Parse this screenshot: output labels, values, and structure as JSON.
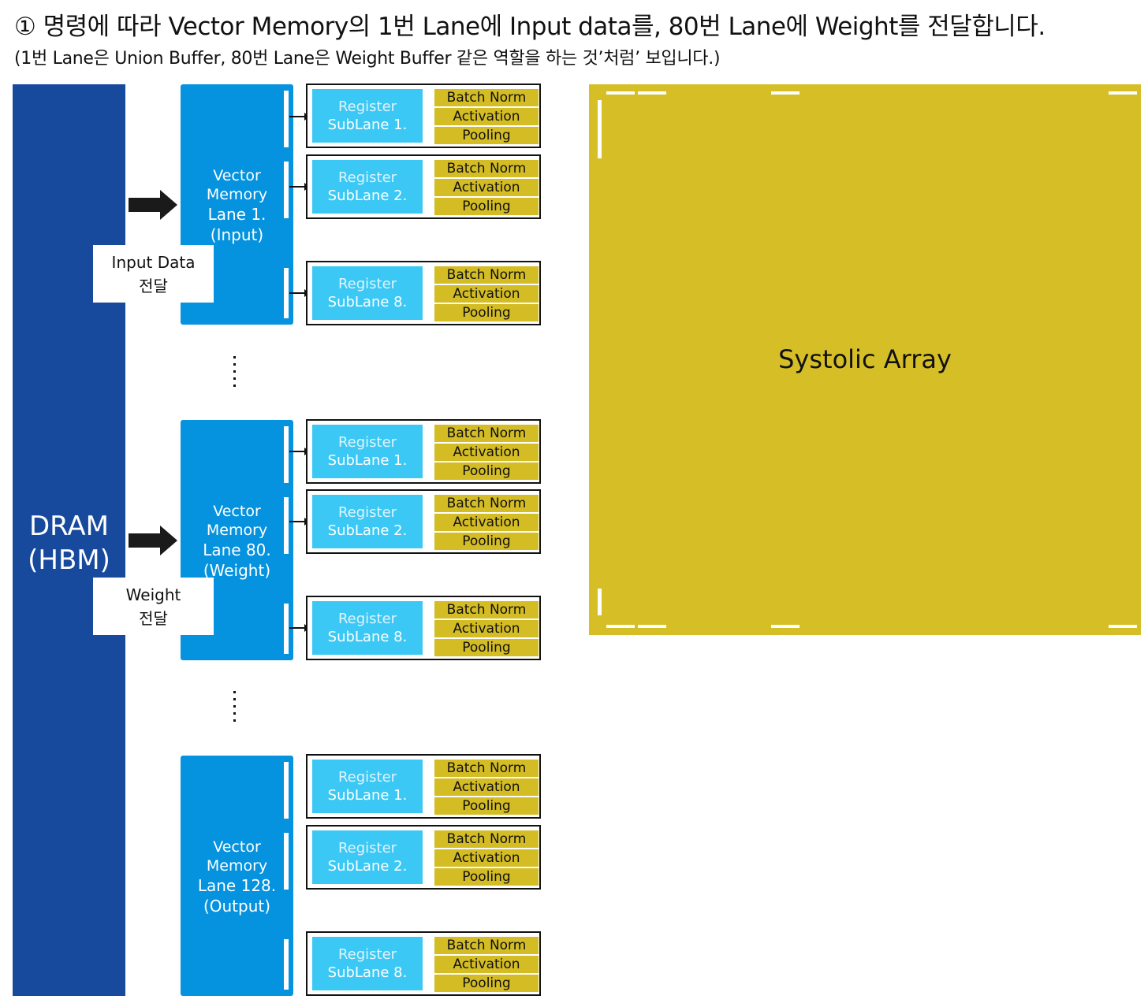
{
  "header": {
    "title": "① 명령에 따라 Vector Memory의 1번 Lane에 Input data를, 80번 Lane에 Weight를 전달합니다.",
    "subtitle": "(1번 Lane은 Union Buffer, 80번 Lane은 Weight Buffer 같은 역할을 하는 것’처럼’ 보입니다.)"
  },
  "dram": {
    "line1": "DRAM",
    "line2": "(HBM)"
  },
  "transfers": [
    {
      "line1": "Input Data",
      "line2": "전달"
    },
    {
      "line1": "Weight",
      "line2": "전달"
    }
  ],
  "lanes": [
    {
      "line1": "Vector",
      "line2": "Memory",
      "line3": "Lane 1.",
      "line4": "(Input)"
    },
    {
      "line1": "Vector",
      "line2": "Memory",
      "line3": "Lane 80.",
      "line4": "(Weight)"
    },
    {
      "line1": "Vector",
      "line2": "Memory",
      "line3": "Lane 128.",
      "line4": "(Output)"
    }
  ],
  "register_label": "Register",
  "sublanes": [
    "SubLane 1.",
    "SubLane 2.",
    "SubLane 8."
  ],
  "ops": {
    "batch_norm": "Batch Norm",
    "activation": "Activation",
    "pooling": "Pooling"
  },
  "systolic": {
    "label": "Systolic Array"
  },
  "colors": {
    "dram": "#174a9c",
    "vector_memory": "#0592de",
    "register": "#3cc8f4",
    "ops": "#d4bc25",
    "systolic": "#d6bf26"
  }
}
